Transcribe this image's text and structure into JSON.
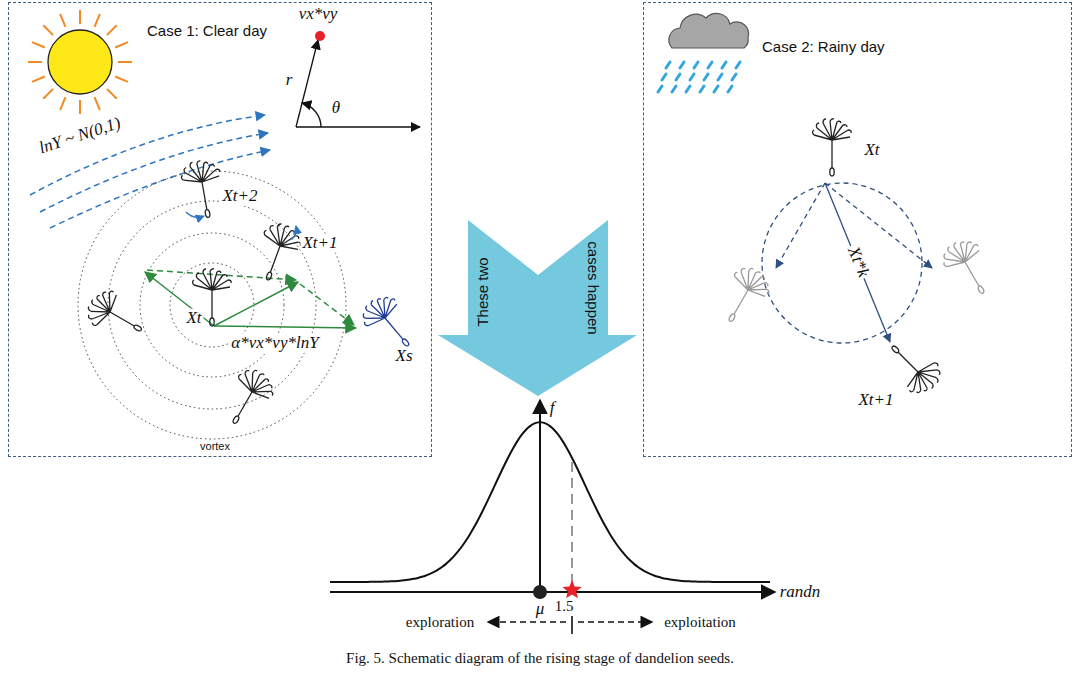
{
  "diagram": {
    "caption": "Fig. 5. Schematic diagram of the rising stage of dandelion seeds.",
    "nodes": [
      {
        "text": [
          "Case 1: Clear day"
        ]
      },
      {
        "text": [
          "Case 2: Rainy day"
        ]
      },
      {
        "text": [
          "These two",
          "cases happen"
        ]
      }
    ],
    "labels": [
      "vx*vy",
      "r",
      "θ",
      "lnY ~ N(0,1)",
      "Xt+2",
      "Xt+1",
      "Xt",
      "α*vx*vy*lnY",
      "Xs",
      "vortex",
      "Xt",
      "Xt*k",
      "Xt+1",
      "f",
      "randn",
      "μ",
      "1.5",
      "exploration",
      "exploitation"
    ]
  }
}
